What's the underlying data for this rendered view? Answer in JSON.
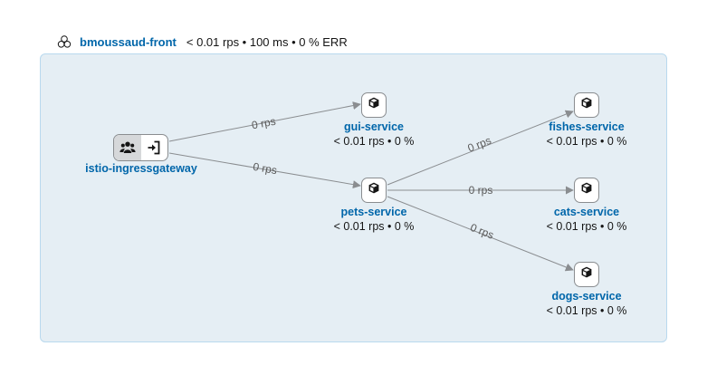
{
  "app": {
    "name": "bmoussaud-front",
    "stats": "< 0.01 rps • 100 ms • 0 % ERR",
    "icon": "app-group-icon"
  },
  "gateway": {
    "name": "istio-ingressgateway",
    "icons": [
      "users-icon",
      "sign-in-icon"
    ]
  },
  "services": {
    "gui": {
      "name": "gui-service",
      "stats": "< 0.01 rps • 0 %",
      "icon": "cube-icon"
    },
    "pets": {
      "name": "pets-service",
      "stats": "< 0.01 rps • 0 %",
      "icon": "cube-icon"
    },
    "fishes": {
      "name": "fishes-service",
      "stats": "< 0.01 rps • 0 %",
      "icon": "cube-icon"
    },
    "cats": {
      "name": "cats-service",
      "stats": "< 0.01 rps • 0 %",
      "icon": "cube-icon"
    },
    "dogs": {
      "name": "dogs-service",
      "stats": "< 0.01 rps • 0 %",
      "icon": "cube-icon"
    }
  },
  "edges": {
    "gateway_to_gui": "0 rps",
    "gateway_to_pets": "0 rps",
    "pets_to_fishes": "0 rps",
    "pets_to_cats": "0 rps",
    "pets_to_dogs": "0 rps"
  },
  "colors": {
    "link": "#0066aa",
    "group_fill": "#e5eef4",
    "group_border": "#b9d9ee",
    "edge": "#8a8d90"
  }
}
